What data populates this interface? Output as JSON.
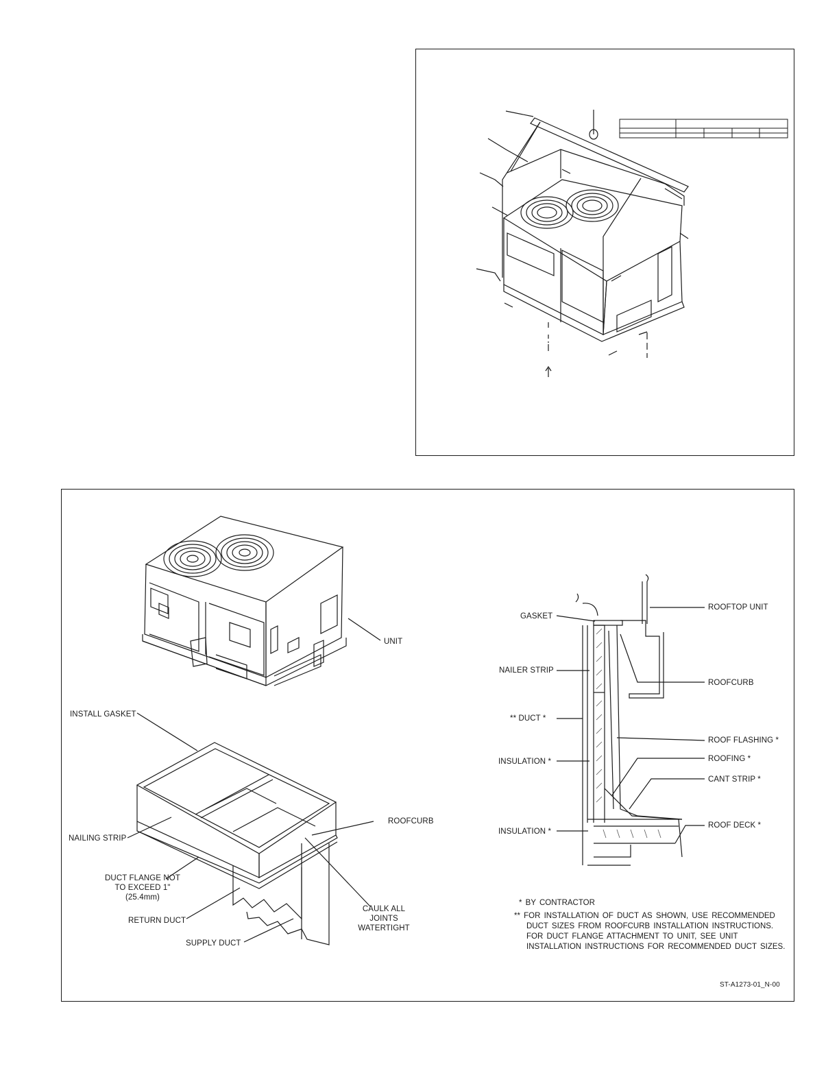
{
  "installation": {
    "left_labels": {
      "install_gasket": "INSTALL GASKET",
      "nailing_strip": "NAILING STRIP",
      "duct_flange_line1": "DUCT FLANGE NOT",
      "duct_flange_line2": "TO EXCEED 1\"",
      "duct_flange_line3": "(25.4mm)",
      "return_duct": "RETURN DUCT",
      "supply_duct": "SUPPLY DUCT",
      "unit": "UNIT",
      "roofcurb": "ROOFCURB",
      "caulk_line1": "CAULK ALL",
      "caulk_line2": "JOINTS",
      "caulk_line3": "WATERTIGHT"
    },
    "section_labels": {
      "gasket": "GASKET",
      "nailer_strip": "NAILER  STRIP",
      "duct": "**  DUCT  *",
      "insulation_upper": "INSULATION  *",
      "insulation_lower": "INSULATION  *",
      "rooftop_unit": "ROOFTOP  UNIT",
      "roofcurb": "ROOFCURB",
      "roof_flashing": "ROOF  FLASHING  *",
      "roofing": "ROOFING  *",
      "cant_strip": "CANT  STRIP  *",
      "roof_deck": "ROOF  DECK  *"
    },
    "notes": {
      "line1": "*  BY  CONTRACTOR",
      "line2": "**  FOR  INSTALLATION  OF  DUCT  AS  SHOWN,  USE  RECOMMENDED",
      "line3": "DUCT  SIZES  FROM  ROOFCURB  INSTALLATION  INSTRUCTIONS.",
      "line4": "FOR  DUCT  FLANGE  ATTACHMENT  TO  UNIT,  SEE  UNIT",
      "line5": "INSTALLATION  INSTRUCTIONS  FOR  RECOMMENDED  DUCT  SIZES."
    },
    "drawing_number": "ST-A1273-01_N-00"
  },
  "colors": {
    "line": "#1a1a1a",
    "background": "#ffffff",
    "gasket_hatch": "#555555"
  }
}
